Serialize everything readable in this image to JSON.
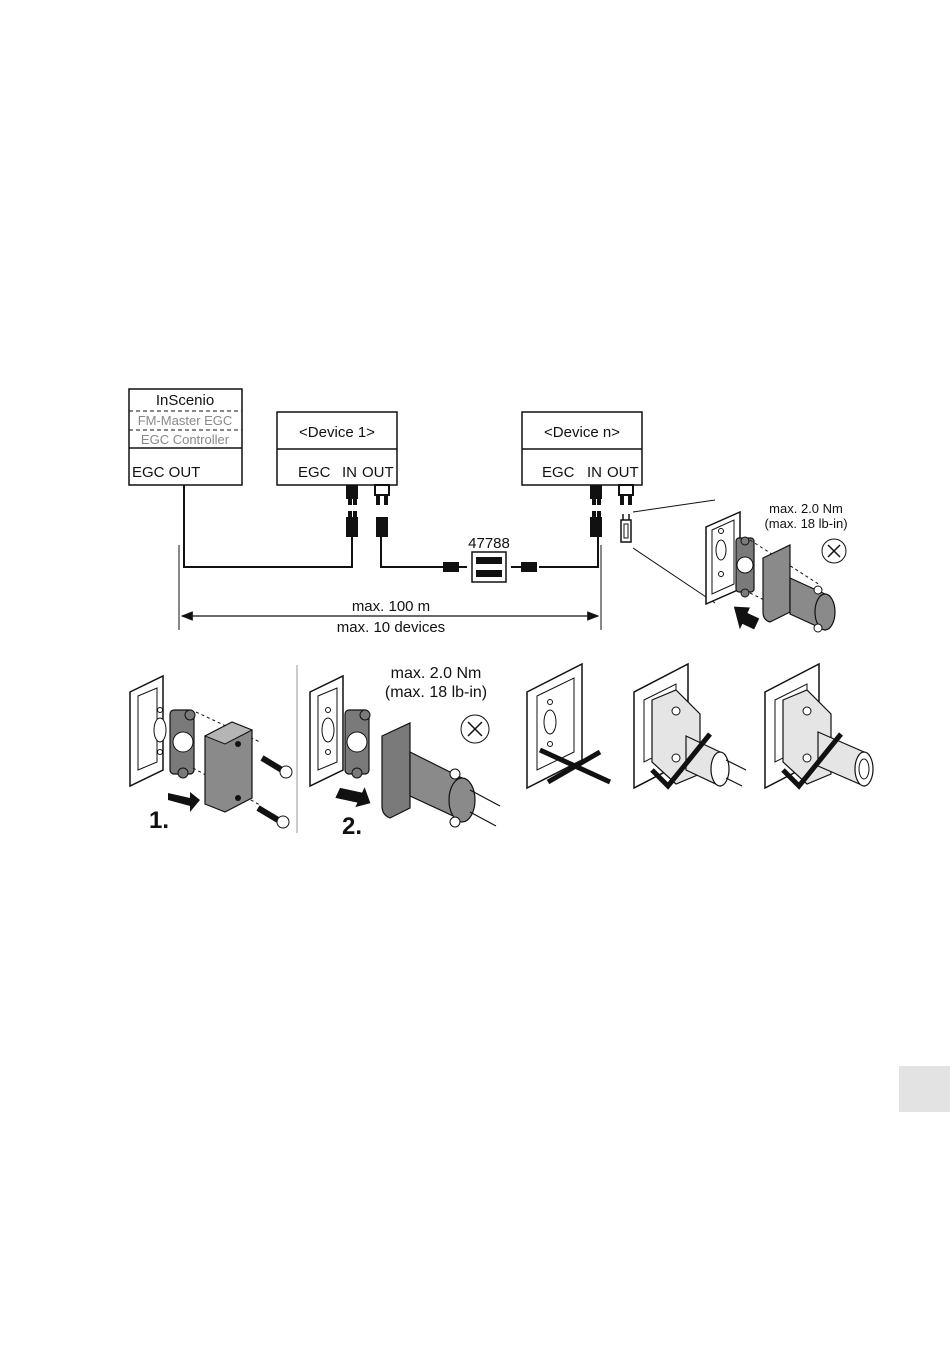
{
  "controller": {
    "title": "InScenio",
    "line2": "FM-Master EGC",
    "line3": "EGC Controller",
    "port": "EGC OUT"
  },
  "device1": {
    "title": "<Device 1>",
    "ports": [
      "EGC",
      "IN",
      "OUT"
    ]
  },
  "devicen": {
    "title": "<Device n>",
    "ports": [
      "EGC",
      "IN",
      "OUT"
    ]
  },
  "coupler": {
    "part_number": "47788"
  },
  "limits": {
    "length": "max. 100 m",
    "devices": "max. 10 devices"
  },
  "torque_top": {
    "line1": "max. 2.0 Nm",
    "line2": "(max. 18 lb-in)"
  },
  "torque_bottom": {
    "line1": "max. 2.0 Nm",
    "line2": "(max. 18 lb-in)"
  },
  "steps": {
    "step1": "1.",
    "step2": "2."
  },
  "colors": {
    "line": "#111111",
    "body_grey": "#8a8a8a",
    "dark_grey": "#5a5a5a",
    "light_grey": "#d4d4d4",
    "side_tab": "#e3e3e3"
  }
}
